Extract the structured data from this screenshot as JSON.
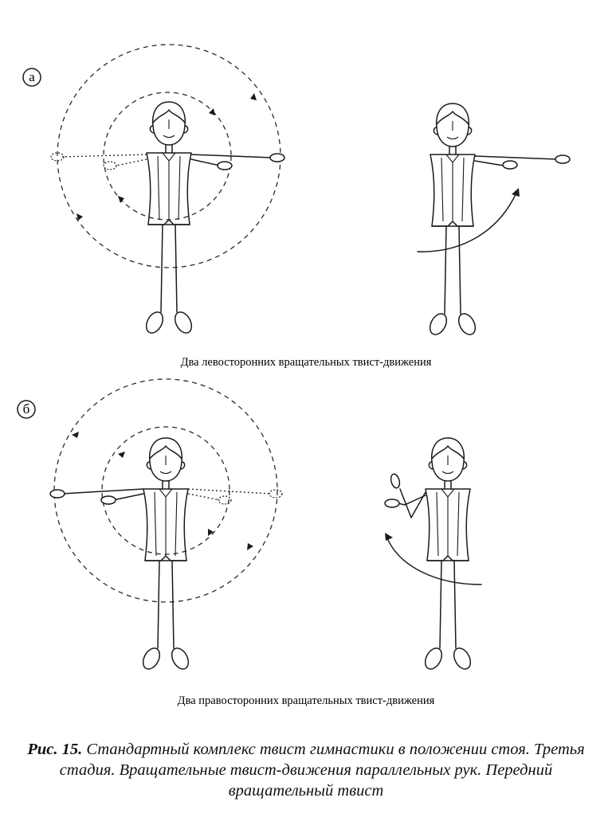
{
  "panel_a": {
    "letter": "а",
    "caption": "Два левосторонних вращательных твист-движения"
  },
  "panel_b": {
    "letter": "б",
    "caption": "Два правосторонних вращательных твист-движения"
  },
  "figure_caption": {
    "label": "Рис. 15.",
    "text": " Стандартный комплекс твист гимнастики в положении стоя. Третья стадия. Вращательные твист-движения параллельных рук. Передний вращательный твист"
  }
}
